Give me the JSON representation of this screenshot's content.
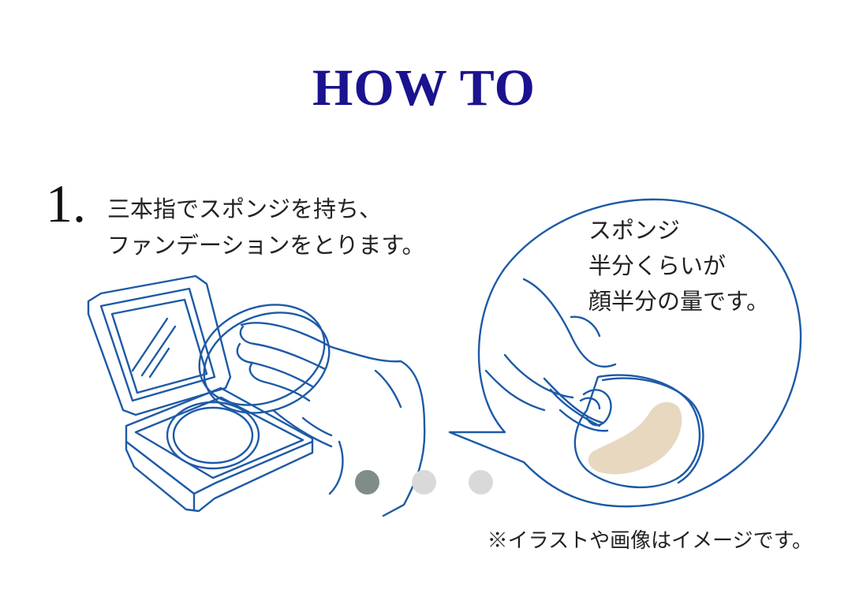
{
  "title": "HOW TO",
  "step": {
    "number": "1.",
    "lines": [
      "三本指でスポンジを持ち、",
      "ファンデーションをとります。"
    ]
  },
  "bubble": {
    "lines": [
      "スポンジ",
      "半分くらいが",
      "顔半分の量です。"
    ]
  },
  "carousel": {
    "count": 3,
    "active_index": 0
  },
  "note": "※イラストや画像はイメージです。",
  "colors": {
    "title": "#1a128f",
    "line_art": "#1d5aa6",
    "dot_active": "#7f8d86",
    "dot_inactive": "#d9d9d9",
    "foundation": "#e8d8c0"
  }
}
